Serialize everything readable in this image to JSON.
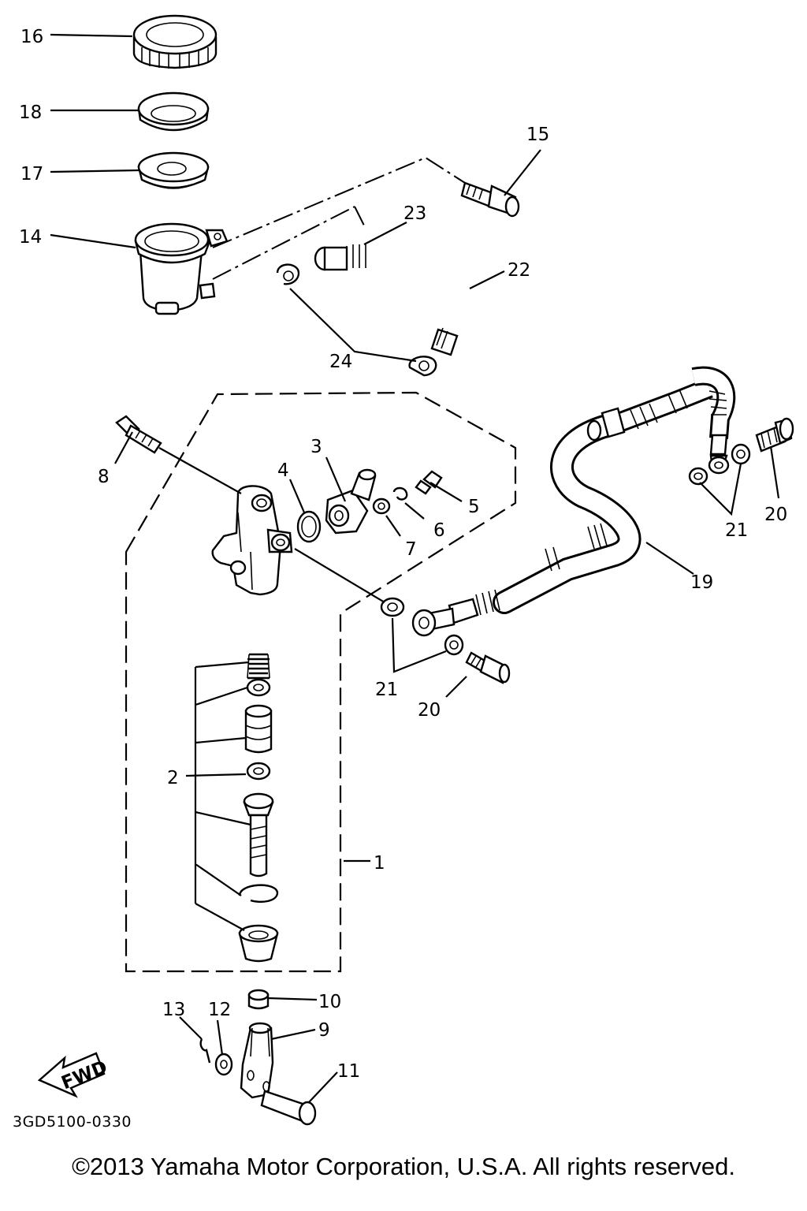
{
  "diagram": {
    "code": "3GD5100-0330",
    "fwd_label": "FWD",
    "copyright": "©2013 Yamaha Motor Corporation, U.S.A. All rights reserved.",
    "callouts": {
      "c1": "1",
      "c2": "2",
      "c3": "3",
      "c4": "4",
      "c5": "5",
      "c6": "6",
      "c7": "7",
      "c8": "8",
      "c9": "9",
      "c10": "10",
      "c11": "11",
      "c12": "12",
      "c13": "13",
      "c14": "14",
      "c15": "15",
      "c16": "16",
      "c17": "17",
      "c18": "18",
      "c19": "19",
      "c20a": "20",
      "c20b": "20",
      "c21a": "21",
      "c21b": "21",
      "c22": "22",
      "c23": "23",
      "c24": "24"
    }
  }
}
